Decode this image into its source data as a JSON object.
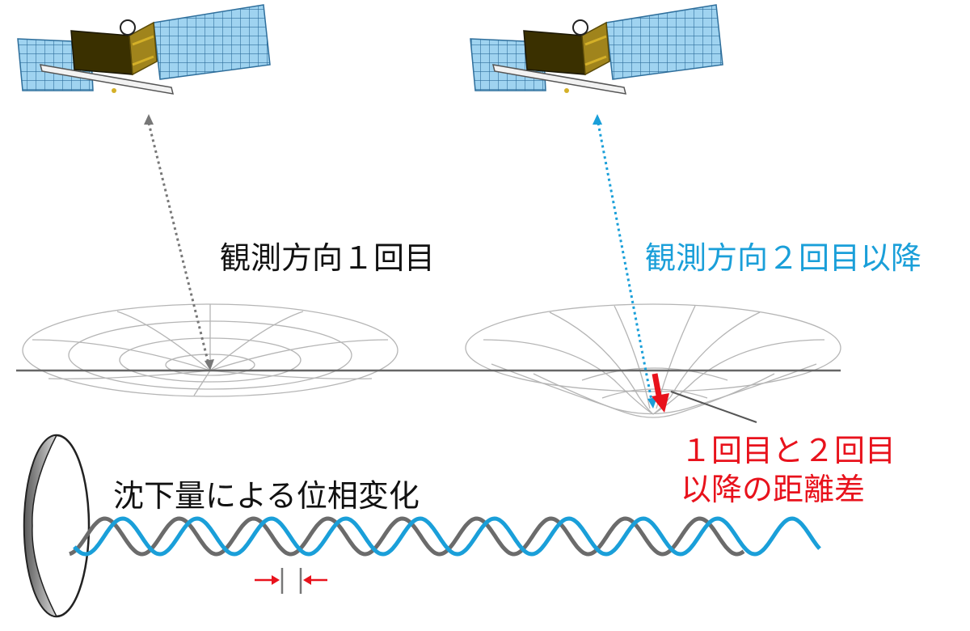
{
  "colors": {
    "black": "#111111",
    "blue": "#1a9fd9",
    "red": "#e8121c",
    "gray": "#777777",
    "wave_gray": "#6b6b6b",
    "panel_blue": "#7fc3ea",
    "satellite_body": "#3a3000",
    "satellite_gold": "#a0841c"
  },
  "labels": {
    "first_observation": "観測方向１回目",
    "second_observation": "観測方向２回目以降",
    "distance_diff_line1": "１回目と２回目",
    "distance_diff_line2": "以降の距離差",
    "phase_change": "沈下量による位相変化"
  },
  "icons": {
    "satellite": "satellite-icon",
    "antenna": "antenna-dish-icon",
    "subsidence_arrow": "subsidence-arrow-icon"
  }
}
